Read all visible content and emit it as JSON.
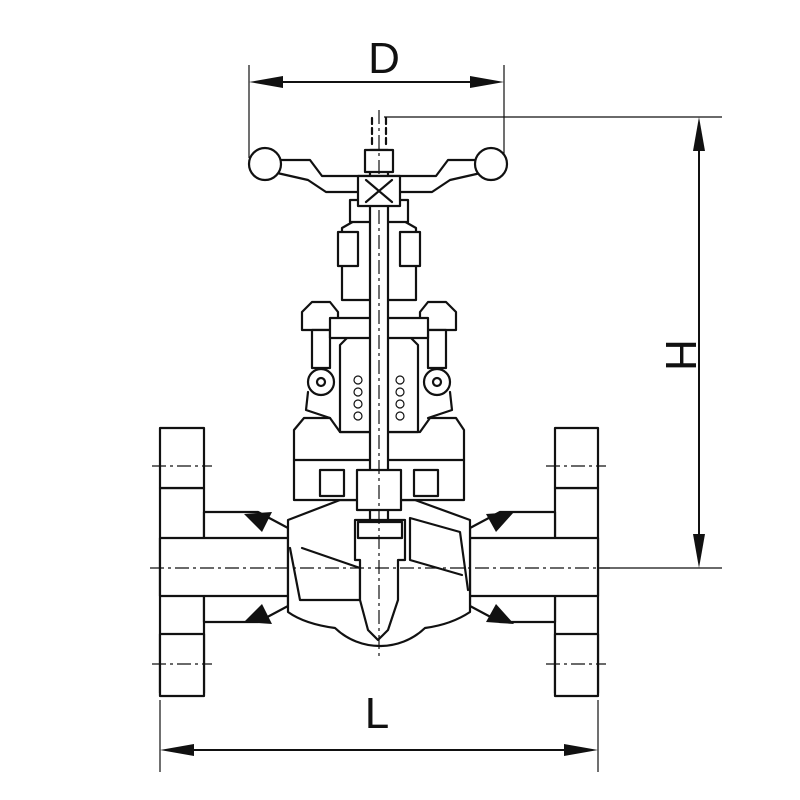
{
  "labels": {
    "diameter": "D",
    "height": "H",
    "length": "L"
  }
}
